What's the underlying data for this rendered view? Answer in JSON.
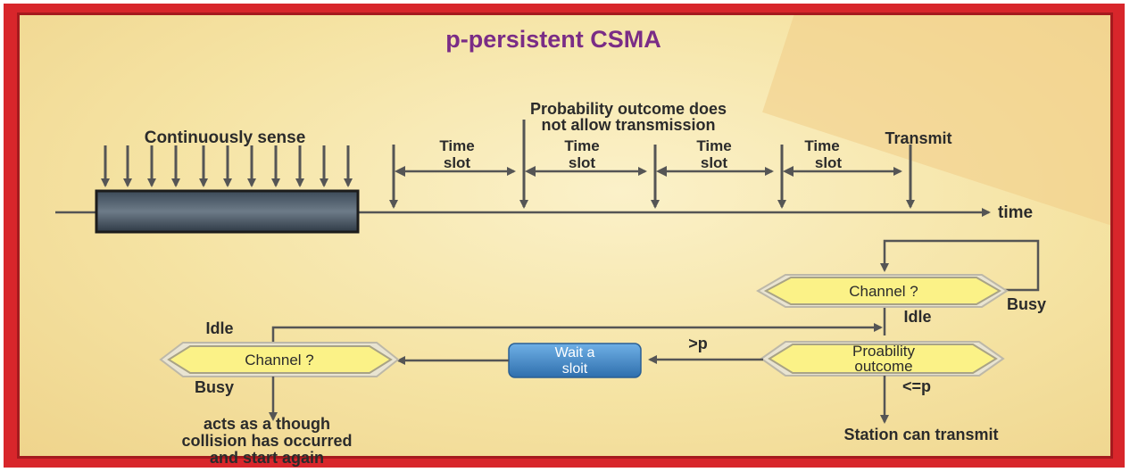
{
  "title": "p-persistent CSMA",
  "timeline": {
    "continuously_sense": "Continuously sense",
    "probability_line1": "Probability outcome does",
    "probability_line2": "not allow transmission",
    "time_slot_1_line1": "Time",
    "time_slot_1_line2": "slot",
    "time_slot_2_line1": "Time",
    "time_slot_2_line2": "slot",
    "time_slot_3_line1": "Time",
    "time_slot_3_line2": "slot",
    "time_slot_4_line1": "Time",
    "time_slot_4_line2": "slot",
    "transmit": "Transmit",
    "time_axis": "time"
  },
  "flowchart": {
    "channel_right": "Channel ?",
    "busy_right": "Busy",
    "idle_right": "Idle",
    "probability_line1": "Proability",
    "probability_line2": "outcome",
    "gt_p": ">p",
    "le_p": "<=p",
    "station_transmit": "Station can transmit",
    "wait_line1": "Wait a",
    "wait_line2": "sloit",
    "channel_left": "Channel ?",
    "idle_left": "Idle",
    "busy_left": "Busy",
    "collision_line1": "acts as a though",
    "collision_line2": "collision has occurred",
    "collision_line3": "and start again"
  },
  "colors": {
    "frame": "#d8262b",
    "background": "#f6e6a9",
    "hexagon_fill": "#fbf287",
    "wait_box": "#3f86c4",
    "title": "#7a2c86",
    "arrows": "#555555"
  }
}
